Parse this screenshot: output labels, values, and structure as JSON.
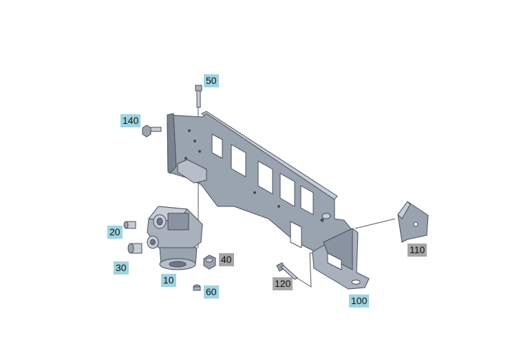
{
  "colors": {
    "part_fill": "#9aa3b0",
    "part_dark": "#6f7886",
    "part_light": "#c7cdd6",
    "outline": "#454c57",
    "leader": "#555555",
    "callout_blue": "#9fd3e1",
    "callout_gray": "#a6a6a6"
  },
  "callouts": {
    "c10": {
      "label": "10",
      "style": "blue"
    },
    "c20": {
      "label": "20",
      "style": "blue"
    },
    "c30": {
      "label": "30",
      "style": "blue"
    },
    "c40": {
      "label": "40",
      "style": "gray"
    },
    "c50": {
      "label": "50",
      "style": "blue"
    },
    "c60": {
      "label": "60",
      "style": "blue"
    },
    "c100": {
      "label": "100",
      "style": "blue"
    },
    "c110": {
      "label": "110",
      "style": "gray"
    },
    "c120": {
      "label": "120",
      "style": "gray"
    },
    "c140": {
      "label": "140",
      "style": "blue"
    }
  }
}
